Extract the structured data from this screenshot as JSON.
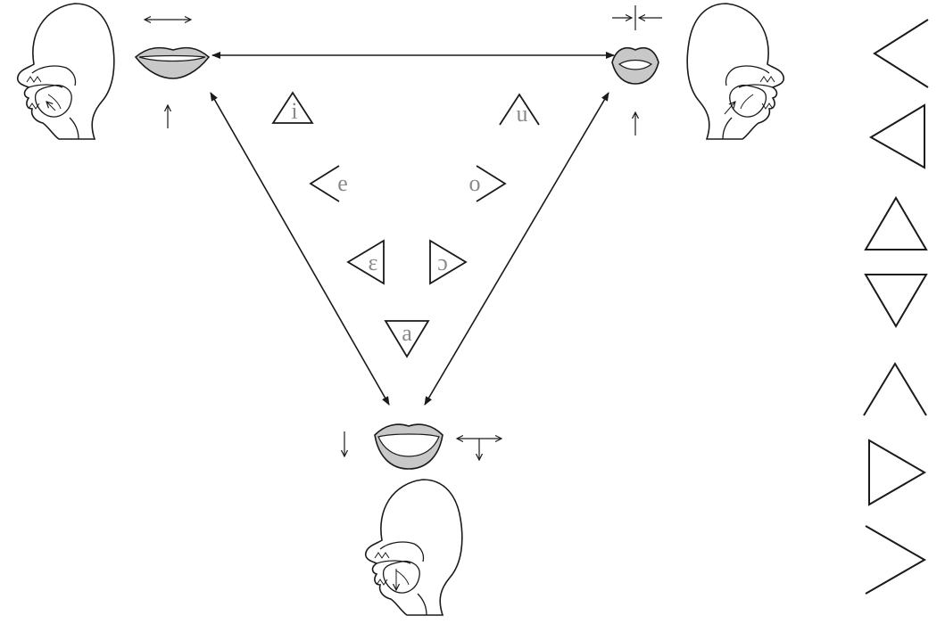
{
  "vowels": {
    "i": "i",
    "u": "u",
    "e": "e",
    "o": "o",
    "open_e": "ɛ",
    "open_o": "ɔ",
    "a": "a"
  },
  "colors": {
    "stroke": "#1a1a1a",
    "vowel_text": "#8a8a8a",
    "lip_fill": "#c8c8c8",
    "background": "#ffffff"
  },
  "figures": {
    "head_top_left": "head-profile-icon",
    "head_top_right": "head-profile-icon",
    "head_bottom": "head-profile-icon",
    "mouth_spread": "lips-spread-icon",
    "mouth_rounded": "lips-rounded-icon",
    "mouth_open": "lips-open-icon"
  },
  "legend_shapes": [
    "left-chevron",
    "left-triangle",
    "up-triangle",
    "down-triangle",
    "up-chevron",
    "right-triangle",
    "right-chevron"
  ]
}
